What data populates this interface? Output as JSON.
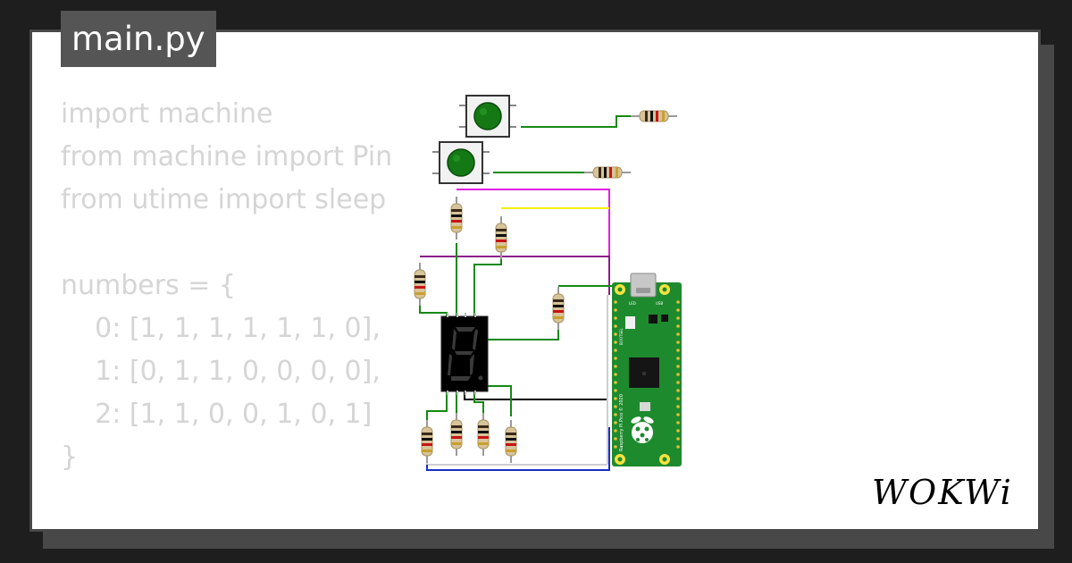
{
  "tab": {
    "title": "main.py"
  },
  "code": {
    "lines": [
      "import machine",
      "from machine import Pin",
      "from utime import sleep",
      "",
      "numbers = {",
      "    0: [1, 1, 1, 1, 1, 1, 0],",
      "    1: [0, 1, 1, 0, 0, 0, 0],",
      "    2: [1, 1, 0, 0, 1, 0, 1]",
      "}"
    ]
  },
  "board": {
    "name": "Raspberry Pi Pico",
    "usb_label": "USB",
    "led_label": "LED",
    "bootsel_label": "BOOTSEL",
    "copyright_label": "© 2020",
    "board_text": "Raspberry Pi Pico © 2020"
  },
  "logo": {
    "text": "WOKWi"
  },
  "colors": {
    "background": "#1e1e1e",
    "card": "#ffffff",
    "tab": "#555555",
    "code_text": "#d5d5d5",
    "pcb_green": "#1e8a2e",
    "wire_green": "#138a13",
    "wire_magenta": "#e020e0",
    "wire_yellow": "#f0f000",
    "wire_purple": "#8a1a8a",
    "wire_black": "#000000",
    "wire_blue": "#1a2ec8",
    "button_green": "#147814"
  },
  "icons": [
    "raspberry-pi-logo-icon",
    "usb-port-icon"
  ]
}
